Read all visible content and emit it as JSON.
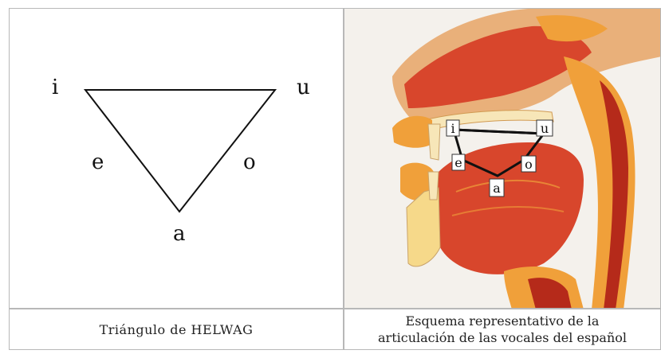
{
  "left_panel": {
    "vowels": {
      "i": "i",
      "u": "u",
      "e": "e",
      "o": "o",
      "a": "a"
    },
    "caption": "Triángulo de HELWAG"
  },
  "right_panel": {
    "labels": {
      "i": "i",
      "u": "u",
      "e": "e",
      "o": "o",
      "a": "a"
    },
    "caption_line1": "Esquema representativo de la",
    "caption_line2": "articulación de las vocales del español"
  },
  "colors": {
    "line": "#111111",
    "tissue_red": "#d8462c",
    "tissue_dark": "#b52a1a",
    "tissue_orange": "#f0a03a",
    "tissue_yellow": "#f6d98a",
    "bone": "#f7e6b8",
    "background": "#f4f1ec"
  }
}
